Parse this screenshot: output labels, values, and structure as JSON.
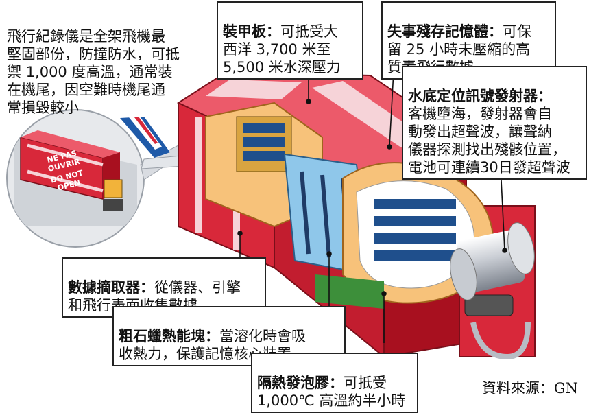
{
  "intro": {
    "text": "飛行紀錄儀是全架飛機最\n堅固部份，防撞防水，可抵\n禦 1,000 度高溫，通常裝\n在機尾，因空難時機尾通\n常損毀較小"
  },
  "tag_text": {
    "line1": "NE PAS",
    "line2": "OUVRIR",
    "line3": "DO NOT",
    "line4": "OPEN"
  },
  "callouts": {
    "armor": {
      "head": "裝甲板：",
      "body": "可抵受大\n西洋 3,700 米至\n5,500 米水深壓力"
    },
    "memory": {
      "head": "失事殘存記憶體：",
      "body": "可保\n留 25 小時未壓縮的高\n質素飛行數據"
    },
    "beacon": {
      "head": "水底定位訊號發射器：",
      "body": "\n客機墮海，發射器會自\n動發出超聲波，讓聲納\n儀器探測找出殘骸位置，\n電池可連續30日發超聲波"
    },
    "interface": {
      "head": "數據摘取器：",
      "body": "從儀器、引擎\n和飛行表面收集數據"
    },
    "wax": {
      "head": "粗石蠟熱能塊：",
      "body": "當溶化時會吸\n收熱力，保護記憶核心裝置"
    },
    "foam": {
      "head": "隔熱發泡膠：",
      "body": "可抵受\n1,000℃ 高溫約半小時"
    }
  },
  "source": "資料來源：GN",
  "colors": {
    "casing_red": "#d8283a",
    "stripe": "#f6d3d8",
    "insulation": "#f7c27a",
    "board_blue": "#8fc7ea",
    "steel": "#b8bcc4"
  }
}
